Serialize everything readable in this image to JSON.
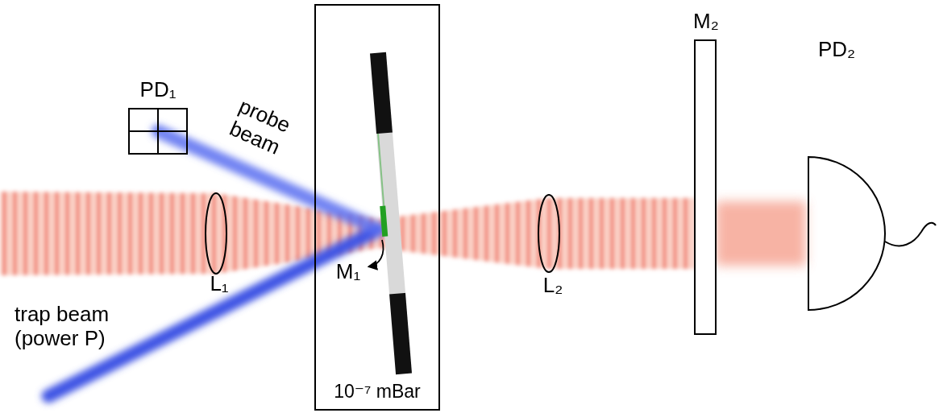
{
  "diagram": {
    "nodes": [
      {
        "text": [
          "10⁻⁷ mBar"
        ]
      }
    ],
    "labels": [
      "PD₁",
      "probe beam",
      "trap beam (power P)",
      "L₁",
      "M₁",
      "L₂",
      "M₂",
      "PD₂"
    ]
  }
}
